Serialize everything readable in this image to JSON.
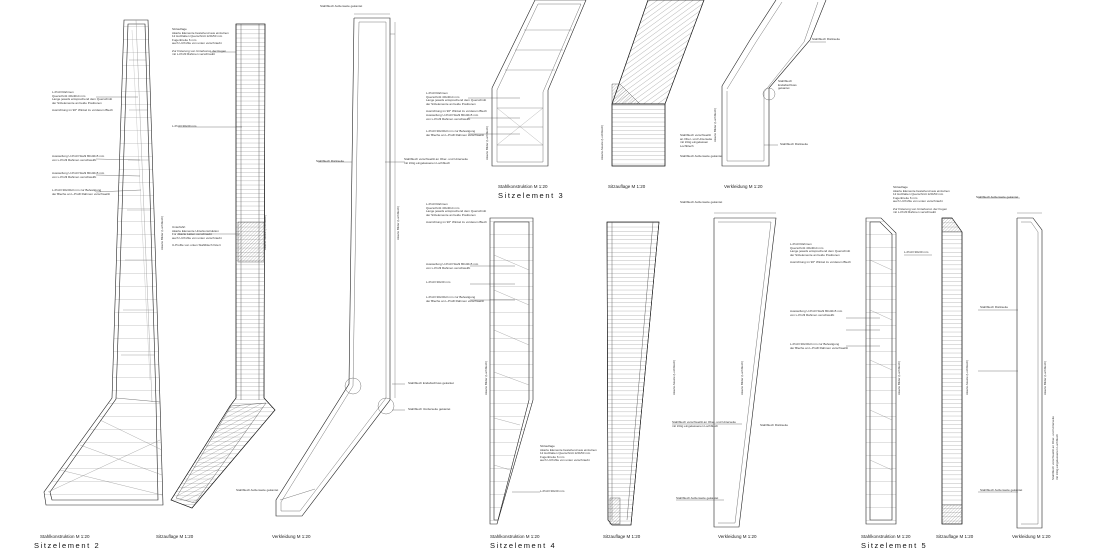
{
  "section_titles": {
    "s2": "Sitzelement 2",
    "s3": "Sitzelement 3",
    "s4": "Sitzelement 4",
    "s5": "Sitzelement 5"
  },
  "captions": {
    "s2_stahl": "Stahlkonstruktion  M 1:20",
    "s2_sitz": "Sitzauflage  M 1:20",
    "s2_ver": "Verkleidung  M 1:20",
    "s3_stahl": "Stahlkonstruktion  M 1:20",
    "s3_sitz": "Sitzauflage  M 1:20",
    "s3_ver": "Verkleidung  M 1:20",
    "s4_stahl": "Stahlkonstruktion  M 1:20",
    "s4_sitz": "Sitzauflage  M 1:20",
    "s4_ver": "Verkleidung  M 1:20",
    "s5_stahl": "Stahlkonstruktion  M 1:20",
    "s5_sitz": "Sitzauflage  M 1:20",
    "s5_ver": "Verkleidung  M 1:20"
  },
  "notes": {
    "lprofil_1": "L-Profil Rahmen\nQuerschnitt 40x40x4 mm\nLange jeweils entsprechend dem Querschnitt\nder Sitzelemente an beide Positionen\n\nAusrichtung im 90° Winkel zu vorderem Blech",
    "lprofil_2": "L-Profil Rahmen\nQuerschnitt 40x40x4 mm\nLange jeweils entsprechend dem Querschnitt\nder Sitzelemente an beide Positionen\n\nAusrichtung im 90° Winkel zu vorderem Blech",
    "lprofil_3": "L-Profil Rahmen\nQuerschnitt 40x40x4 mm\nLange jeweils entsprechend dem Querschnitt\nder Sitzelemente an beide Positionen\n\nAusrichtung im 90° Winkel zu vorderem Blech",
    "sitzauflage_1": "Sitzauflage\nAkazie Elemente bestehend aus einzelnen\n12 Holzlatten Querschnitt 120x50 mm\nFugenbreite 6 mm\nauch U-Profile von unten verschraubt\n\nZur Fixierung von Unterkonst. der Fugen\nmit L-Profil Rahmen verschraubt",
    "sitzauflage_2": "Sitzauflage\nAkazie Elemente bestehend aus einzelnen\n12 Holzlatten Querschnitt 120x50 mm\nFugenbreite 6 mm\nauch U-Profile von unten verschraubt",
    "sitzauflage_3": "Sitzauflage\nAkazie Elemente bestehend aus einzelnen\n12 Holzlatten Querschnitt 120x50 mm\nFugenbreite 6 mm\nauch U-Profile von unten verschraubt\n\nZur Fixierung von Unterkonst. der Fugen\nmit L-Profil Rahmen verschraubt",
    "aussteifung_1": "Aussteifung U-Profil Stahl 80x40x5 mm\nvon L-Profil Rahmen verschweißt",
    "aussteifung_2": "Aussteifung U-Profil Stahl 80x40x5 mm\nvon L-Profil Rahmen verschweißt",
    "aussteifung_3": "Aussteifung U-Profil Stahl 80x40x5 mm\nvon L-Profil Rahmen verschweißt",
    "aussteifung_4": "Aussteifung U-Profil Stahl 80x40x5 mm\nvon L-Profil Rahmen verschweißt",
    "aussteifung_5": "Aussteifung U-Profil Stahl 80x40x5 mm\nvon L-Profil Rahmen verschweißt",
    "lprofil_befestigung_1": "L-Profil 30x30x3 mm zur Befestigung\nder Bleche an L-Profil Rahmen verschweißt",
    "lprofil_befestigung_2": "L-Profil 30x30x3 mm zur Befestigung\nder Bleche an L-Profil Rahmen verschweißt",
    "lprofil_befestigung_3": "L-Profil 30x30x3 mm zur Befestigung\nder Bleche an L-Profil Rahmen verschweißt",
    "lprofil_befestigung_4": "L-Profil 30x30x3 mm zur Befestigung\nder Bleche an L-Profil Rahmen verschweißt",
    "lprofil_30_1": "L-Profil 30x30 mm",
    "lprofil_30_2": "L-Profil 30x30 mm",
    "lprofil_30_3": "L-Profil 30x30 mm",
    "stahlblech_kante": "Stahlblech Außenseite gekantet",
    "stahlblech_rund": "Stahlblech Rückseite",
    "stahlblech_verschw": "Stahlblech verschweißt an Ober- und Unterseite\nmit trittig eingelassenen Lochblech",
    "stahlblech_ende": "Stahlblech Endabschluss gekantet",
    "stahlblech_vorn": "Stahlblech Vorderseite gekantet",
    "stahlblech_3a": "Stahlblech Rückseite",
    "stahlblech_3b": "Stahlblech\nEndabschluss\ngekantet",
    "stahlblech_3c": "Stahlblech verschweißt\nan Ober- und Unterseite\nmit trittig eingelassen\nLochblech",
    "stahlblech_3d": "Stahlblech Rückseite",
    "stahlblech_3e": "Stahlblech Außenseite gekantet",
    "stahlblech_4a": "Stahlblech Außenseite gekantet",
    "stahlblech_4b": "Stahlblech verschweißt an Ober- und Unterseite\nmit trittig eingelassenen Lochblech",
    "stahlblech_4c": "Stahlblech Rückseite",
    "stahlblech_4d": "Stahlblech Außenseite gekantet",
    "stahlblech_5a": "Stahlblech Außenseite gekantet",
    "stahlblech_5b": "Stahlblech Rückseite",
    "stahlblech_5c": "Stahlblech Außenseite gekantet",
    "stahlblech_5d": "Stahlblech verschweißt an Ober- und Unterseite\nmit trittig eingelassenen Lochblech",
    "unterfahrt": "Unterfahrt\nAkazie Elemente Unterkonstruktion\nFür Akazie Latten verschraubt\nauch U-Profile von unten verschraubt\n\nU-Profile von unten Stahlblech fixiert",
    "lprofil_5": "L-Profil 30x30 mm",
    "bilder_innen": "Akazie Bilder (Lochblech)",
    "dims_a": "Akazie Akazie (Lochblech)"
  }
}
